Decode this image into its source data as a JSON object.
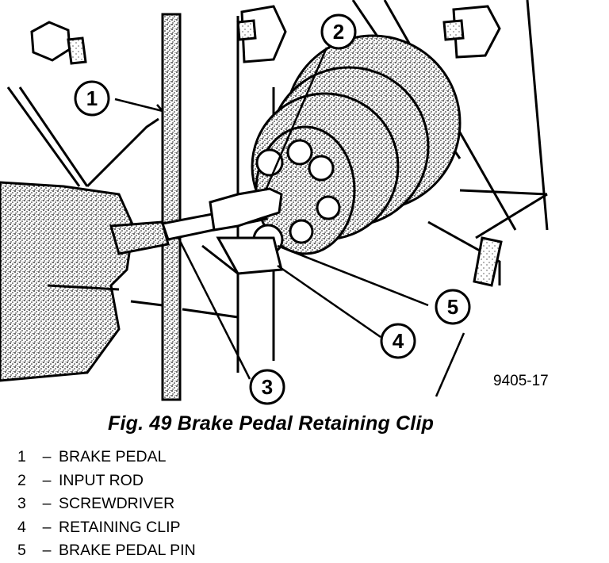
{
  "figure": {
    "code": "9405-17",
    "caption": "Fig. 49 Brake Pedal Retaining Clip",
    "callouts": [
      "1",
      "2",
      "3",
      "4",
      "5"
    ]
  },
  "legend": [
    {
      "num": "1",
      "sep": "–",
      "label": "BRAKE PEDAL"
    },
    {
      "num": "2",
      "sep": "–",
      "label": "INPUT ROD"
    },
    {
      "num": "3",
      "sep": "–",
      "label": "SCREWDRIVER"
    },
    {
      "num": "4",
      "sep": "–",
      "label": "RETAINING CLIP"
    },
    {
      "num": "5",
      "sep": "–",
      "label": "BRAKE PEDAL PIN"
    }
  ]
}
